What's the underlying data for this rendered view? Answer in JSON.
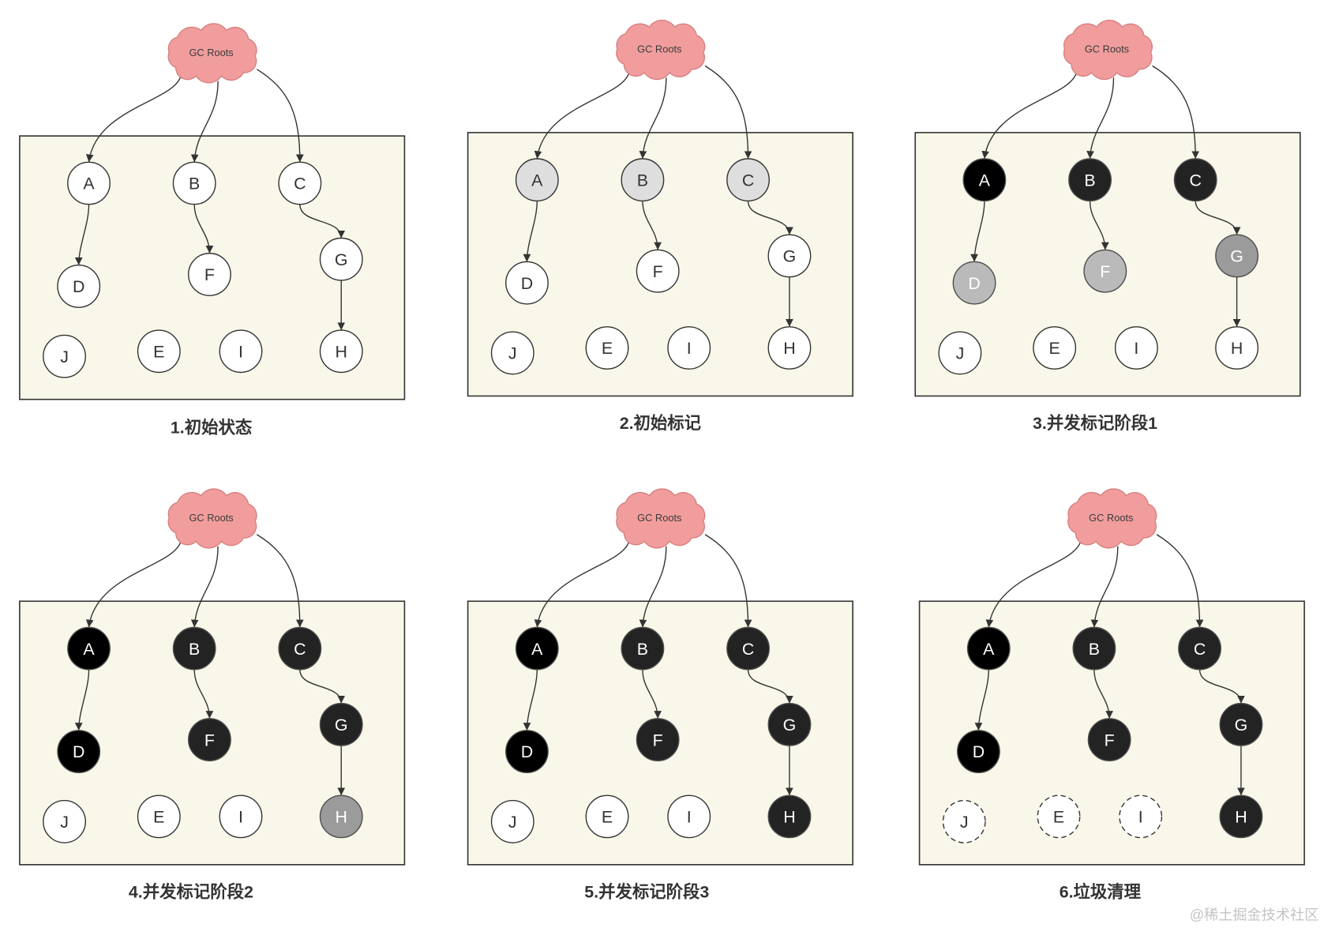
{
  "colors": {
    "heap_box_fill": "#f8f7e9",
    "heap_box_stroke": "#333333",
    "cloud_fill": "#f19d9d",
    "cloud_stroke": "#d57c7c",
    "edge": "#333333",
    "caption": "#333333",
    "watermark": "#c4c4c4"
  },
  "edges": [
    {
      "from": "GC Roots",
      "to": "A"
    },
    {
      "from": "GC Roots",
      "to": "B"
    },
    {
      "from": "GC Roots",
      "to": "C"
    },
    {
      "from": "A",
      "to": "D"
    },
    {
      "from": "B",
      "to": "F"
    },
    {
      "from": "C",
      "to": "G"
    },
    {
      "from": "G",
      "to": "H"
    }
  ],
  "panels": [
    {
      "title": "1.初始状态",
      "root_label": "GC Roots",
      "nodes": [
        {
          "label": "A",
          "fill": "#ffffff"
        },
        {
          "label": "B",
          "fill": "#ffffff"
        },
        {
          "label": "C",
          "fill": "#ffffff"
        },
        {
          "label": "D",
          "fill": "#ffffff"
        },
        {
          "label": "F",
          "fill": "#ffffff"
        },
        {
          "label": "G",
          "fill": "#ffffff"
        },
        {
          "label": "J",
          "fill": "#ffffff"
        },
        {
          "label": "E",
          "fill": "#ffffff"
        },
        {
          "label": "I",
          "fill": "#ffffff"
        },
        {
          "label": "H",
          "fill": "#ffffff"
        }
      ]
    },
    {
      "title": "2.初始标记",
      "root_label": "GC Roots",
      "nodes": [
        {
          "label": "A",
          "fill": "#dedede"
        },
        {
          "label": "B",
          "fill": "#dedede"
        },
        {
          "label": "C",
          "fill": "#dedede"
        },
        {
          "label": "D",
          "fill": "#ffffff"
        },
        {
          "label": "F",
          "fill": "#ffffff"
        },
        {
          "label": "G",
          "fill": "#ffffff"
        },
        {
          "label": "J",
          "fill": "#ffffff"
        },
        {
          "label": "E",
          "fill": "#ffffff"
        },
        {
          "label": "I",
          "fill": "#ffffff"
        },
        {
          "label": "H",
          "fill": "#ffffff"
        }
      ]
    },
    {
      "title": "3.并发标记阶段1",
      "root_label": "GC Roots",
      "nodes": [
        {
          "label": "A",
          "fill": "#000000"
        },
        {
          "label": "B",
          "fill": "#232323"
        },
        {
          "label": "C",
          "fill": "#232323"
        },
        {
          "label": "D",
          "fill": "#bababa"
        },
        {
          "label": "F",
          "fill": "#bababa"
        },
        {
          "label": "G",
          "fill": "#9b9b9b"
        },
        {
          "label": "J",
          "fill": "#ffffff"
        },
        {
          "label": "E",
          "fill": "#ffffff"
        },
        {
          "label": "I",
          "fill": "#ffffff"
        },
        {
          "label": "H",
          "fill": "#ffffff"
        }
      ]
    },
    {
      "title": "4.并发标记阶段2",
      "root_label": "GC Roots",
      "nodes": [
        {
          "label": "A",
          "fill": "#000000"
        },
        {
          "label": "B",
          "fill": "#232323"
        },
        {
          "label": "C",
          "fill": "#232323"
        },
        {
          "label": "D",
          "fill": "#000000"
        },
        {
          "label": "F",
          "fill": "#232323"
        },
        {
          "label": "G",
          "fill": "#232323"
        },
        {
          "label": "J",
          "fill": "#ffffff"
        },
        {
          "label": "E",
          "fill": "#ffffff"
        },
        {
          "label": "I",
          "fill": "#ffffff"
        },
        {
          "label": "H",
          "fill": "#9b9b9b"
        }
      ]
    },
    {
      "title": "5.并发标记阶段3",
      "root_label": "GC Roots",
      "nodes": [
        {
          "label": "A",
          "fill": "#000000"
        },
        {
          "label": "B",
          "fill": "#232323"
        },
        {
          "label": "C",
          "fill": "#232323"
        },
        {
          "label": "D",
          "fill": "#000000"
        },
        {
          "label": "F",
          "fill": "#232323"
        },
        {
          "label": "G",
          "fill": "#232323"
        },
        {
          "label": "J",
          "fill": "#ffffff"
        },
        {
          "label": "E",
          "fill": "#ffffff"
        },
        {
          "label": "I",
          "fill": "#ffffff"
        },
        {
          "label": "H",
          "fill": "#232323"
        }
      ]
    },
    {
      "title": "6.垃圾清理",
      "root_label": "GC Roots",
      "nodes": [
        {
          "label": "A",
          "fill": "#000000"
        },
        {
          "label": "B",
          "fill": "#232323"
        },
        {
          "label": "C",
          "fill": "#232323"
        },
        {
          "label": "D",
          "fill": "#000000"
        },
        {
          "label": "F",
          "fill": "#232323"
        },
        {
          "label": "G",
          "fill": "#232323"
        },
        {
          "label": "J",
          "fill": "#ffffff",
          "dashed": true
        },
        {
          "label": "E",
          "fill": "#ffffff",
          "dashed": true
        },
        {
          "label": "I",
          "fill": "#ffffff",
          "dashed": true
        },
        {
          "label": "H",
          "fill": "#232323"
        }
      ]
    }
  ],
  "watermark": "@稀土掘金技术社区"
}
